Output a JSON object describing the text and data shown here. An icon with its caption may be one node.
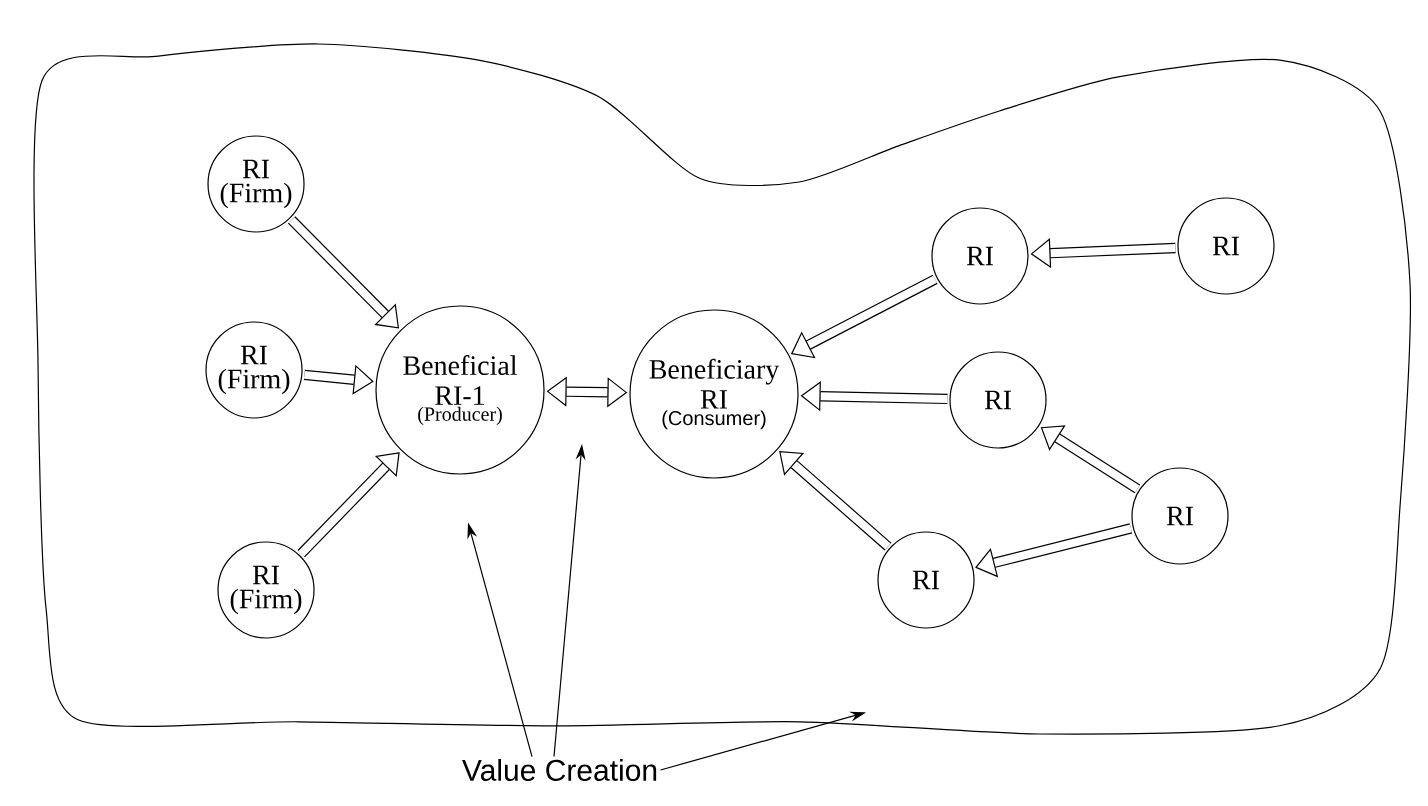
{
  "diagram": {
    "nodes": [
      {
        "text": [],
        "shape": "cloud"
      },
      {
        "text": [
          "RI",
          "(Firm)"
        ],
        "in": 0
      },
      {
        "text": [
          "RI",
          "(Firm)"
        ],
        "in": 0
      },
      {
        "text": [
          "RI",
          "(Firm)"
        ],
        "in": 0
      },
      {
        "text": [
          "Beneficial RI-1",
          "(Producer)"
        ],
        "in": 0
      },
      {
        "text": [
          "Beneficiary RI",
          "(Consumer)"
        ],
        "in": 0
      },
      {
        "text": [
          "RI"
        ],
        "in": 0
      },
      {
        "text": [
          "RI"
        ],
        "in": 0
      },
      {
        "text": [
          "RI"
        ],
        "in": 0
      },
      {
        "text": [
          "RI"
        ],
        "in": 0
      },
      {
        "text": [
          "RI"
        ],
        "in": 0
      },
      {
        "text": [
          "Value Creation"
        ]
      }
    ],
    "edges": [
      {
        "from": 1,
        "to": 4,
        "arrow": "to"
      },
      {
        "from": 2,
        "to": 4,
        "arrow": "to"
      },
      {
        "from": 3,
        "to": 4,
        "arrow": "to"
      },
      {
        "from": 4,
        "to": 5,
        "arrow": "both"
      },
      {
        "from": 6,
        "to": 5,
        "arrow": "to"
      },
      {
        "from": 7,
        "to": 6,
        "arrow": "to"
      },
      {
        "from": 8,
        "to": 5,
        "arrow": "to"
      },
      {
        "from": 9,
        "to": 8,
        "arrow": "to"
      },
      {
        "from": 9,
        "to": 10,
        "arrow": "to"
      },
      {
        "from": 10,
        "to": 5,
        "arrow": "to"
      },
      {
        "from": 11,
        "to": 4,
        "arrow": "to"
      },
      {
        "from": 11,
        "to": null,
        "arrow": "to"
      },
      {
        "from": 11,
        "to": 0,
        "arrow": "to"
      }
    ]
  }
}
